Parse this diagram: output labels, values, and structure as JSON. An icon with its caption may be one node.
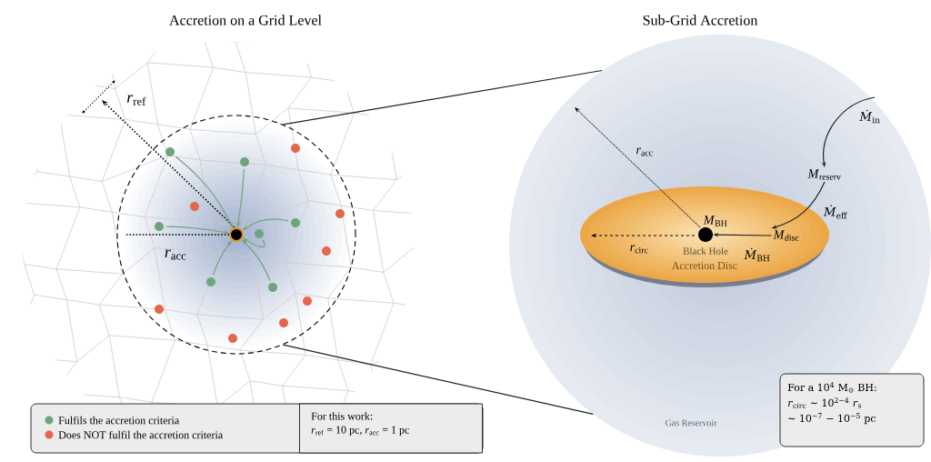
{
  "diagram": {
    "nodes": [
      {
        "text": [],
        "shape": "circle"
      },
      {
        "text": [
          "Gas Reservoir"
        ]
      },
      {
        "text": [
          "Accretion Disc"
        ],
        "in": 1
      },
      {
        "text": [
          "Black Hole"
        ],
        "beside": [
          "*M*$_{BH}$"
        ],
        "in": 2
      },
      {
        "text": [
          "*M*$_{reserv}$"
        ],
        "in": 1
      },
      {
        "text": [
          "*M*$_{disc}$"
        ],
        "in": 2
      },
      {
        "text": [],
        "shape": "circle",
        "in": 0
      },
      {
        "text": [],
        "shape": "circle",
        "in": 0
      },
      {
        "text": [],
        "shape": "circle",
        "in": 0
      },
      {
        "text": [],
        "shape": "circle",
        "in": 0
      },
      {
        "text": [],
        "shape": "circle",
        "in": 0
      },
      {
        "text": [],
        "shape": "circle",
        "in": 0
      },
      {
        "text": [],
        "shape": "circle",
        "in": 0
      },
      {
        "text": [],
        "shape": "circle",
        "in": 0
      },
      {
        "text": [],
        "shape": "circle",
        "in": 0
      },
      {
        "text": [],
        "shape": "circle",
        "in": 0
      },
      {
        "text": [],
        "shape": "circle",
        "in": 0
      },
      {
        "text": [],
        "shape": "circle",
        "in": 0
      },
      {
        "text": [],
        "shape": "circle",
        "in": 0
      },
      {
        "text": [],
        "shape": "circle",
        "in": 0
      },
      {
        "text": [],
        "shape": "circle",
        "in": 0
      },
      {
        "text": [],
        "shape": "circle",
        "in": 0
      },
      {
        "text": [
          "For this work:",
          "*r*$_{ref}$ = 10 pc, *r*$_{acc}$ = 1 pc"
        ]
      },
      {
        "text": [
          "For a 10$^{4}$ M$_{⊙}$ BH:",
          "*r*$_{circ}$ ∼ 10$^{2−4}$ *r*$_{s}$",
          "∼ 10$^{−7}$ − 10$^{−5}$ pc"
        ]
      }
    ],
    "edges": [
      {
        "from": 0,
        "to": 1,
        "arrow": "none",
        "color": "#222222"
      },
      {
        "from": 0,
        "to": 1,
        "arrow": "none",
        "color": "#222222"
      },
      {
        "from": null,
        "to": 4,
        "arrow": "to",
        "label": "*Ṁ*$_{in}$",
        "color": "#222222"
      },
      {
        "from": 4,
        "to": 5,
        "arrow": "to",
        "label": "*Ṁ*$_{eff}$",
        "color": "#222222"
      },
      {
        "from": 5,
        "to": 3,
        "arrow": "to",
        "label": "*Ṁ*$_{BH}$",
        "color": "#222222"
      },
      {
        "from": 7,
        "to": 6,
        "arrow": "to"
      },
      {
        "from": 8,
        "to": 6,
        "arrow": "to"
      },
      {
        "from": 9,
        "to": 6,
        "arrow": "to"
      },
      {
        "from": 10,
        "to": 6,
        "arrow": "to"
      },
      {
        "from": 11,
        "to": 6,
        "arrow": "to"
      },
      {
        "from": 12,
        "to": 6,
        "arrow": "to"
      },
      {
        "from": 13,
        "to": 6,
        "arrow": "to"
      }
    ],
    "labels": [
      "Accretion on a Grid Level",
      "Sub-Grid Accretion",
      "*r*$_{ref}$",
      "*r*$_{acc}$",
      "*r*$_{acc}$",
      "*r*$_{circ}$"
    ],
    "legend": [
      {
        "text": "Fulfils the accretion criteria",
        "color": "#6fa57a"
      },
      {
        "text": "Does NOT fulfil the accretion criteria",
        "color": "#e4674b"
      }
    ]
  }
}
